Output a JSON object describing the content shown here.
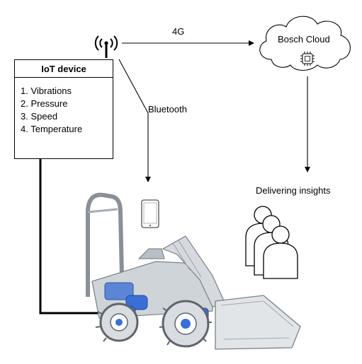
{
  "iot_device": {
    "title": "IoT device",
    "items": [
      "1. Vibrations",
      "2. Pressure",
      "3. Speed",
      "4. Temperature"
    ]
  },
  "cloud": {
    "label": "Bosch Cloud"
  },
  "links": {
    "cellular": "4G",
    "bluetooth": "Bluetooth"
  },
  "insights": {
    "label": "Delivering insights"
  },
  "icons": [
    "antenna-icon",
    "chip-icon",
    "tablet-icon",
    "users-group-icon",
    "wheel-loader-image"
  ],
  "colors": {
    "line": "#000000",
    "machine_accent": "#3a6fd8",
    "machine_body": "#b9bfc6"
  }
}
